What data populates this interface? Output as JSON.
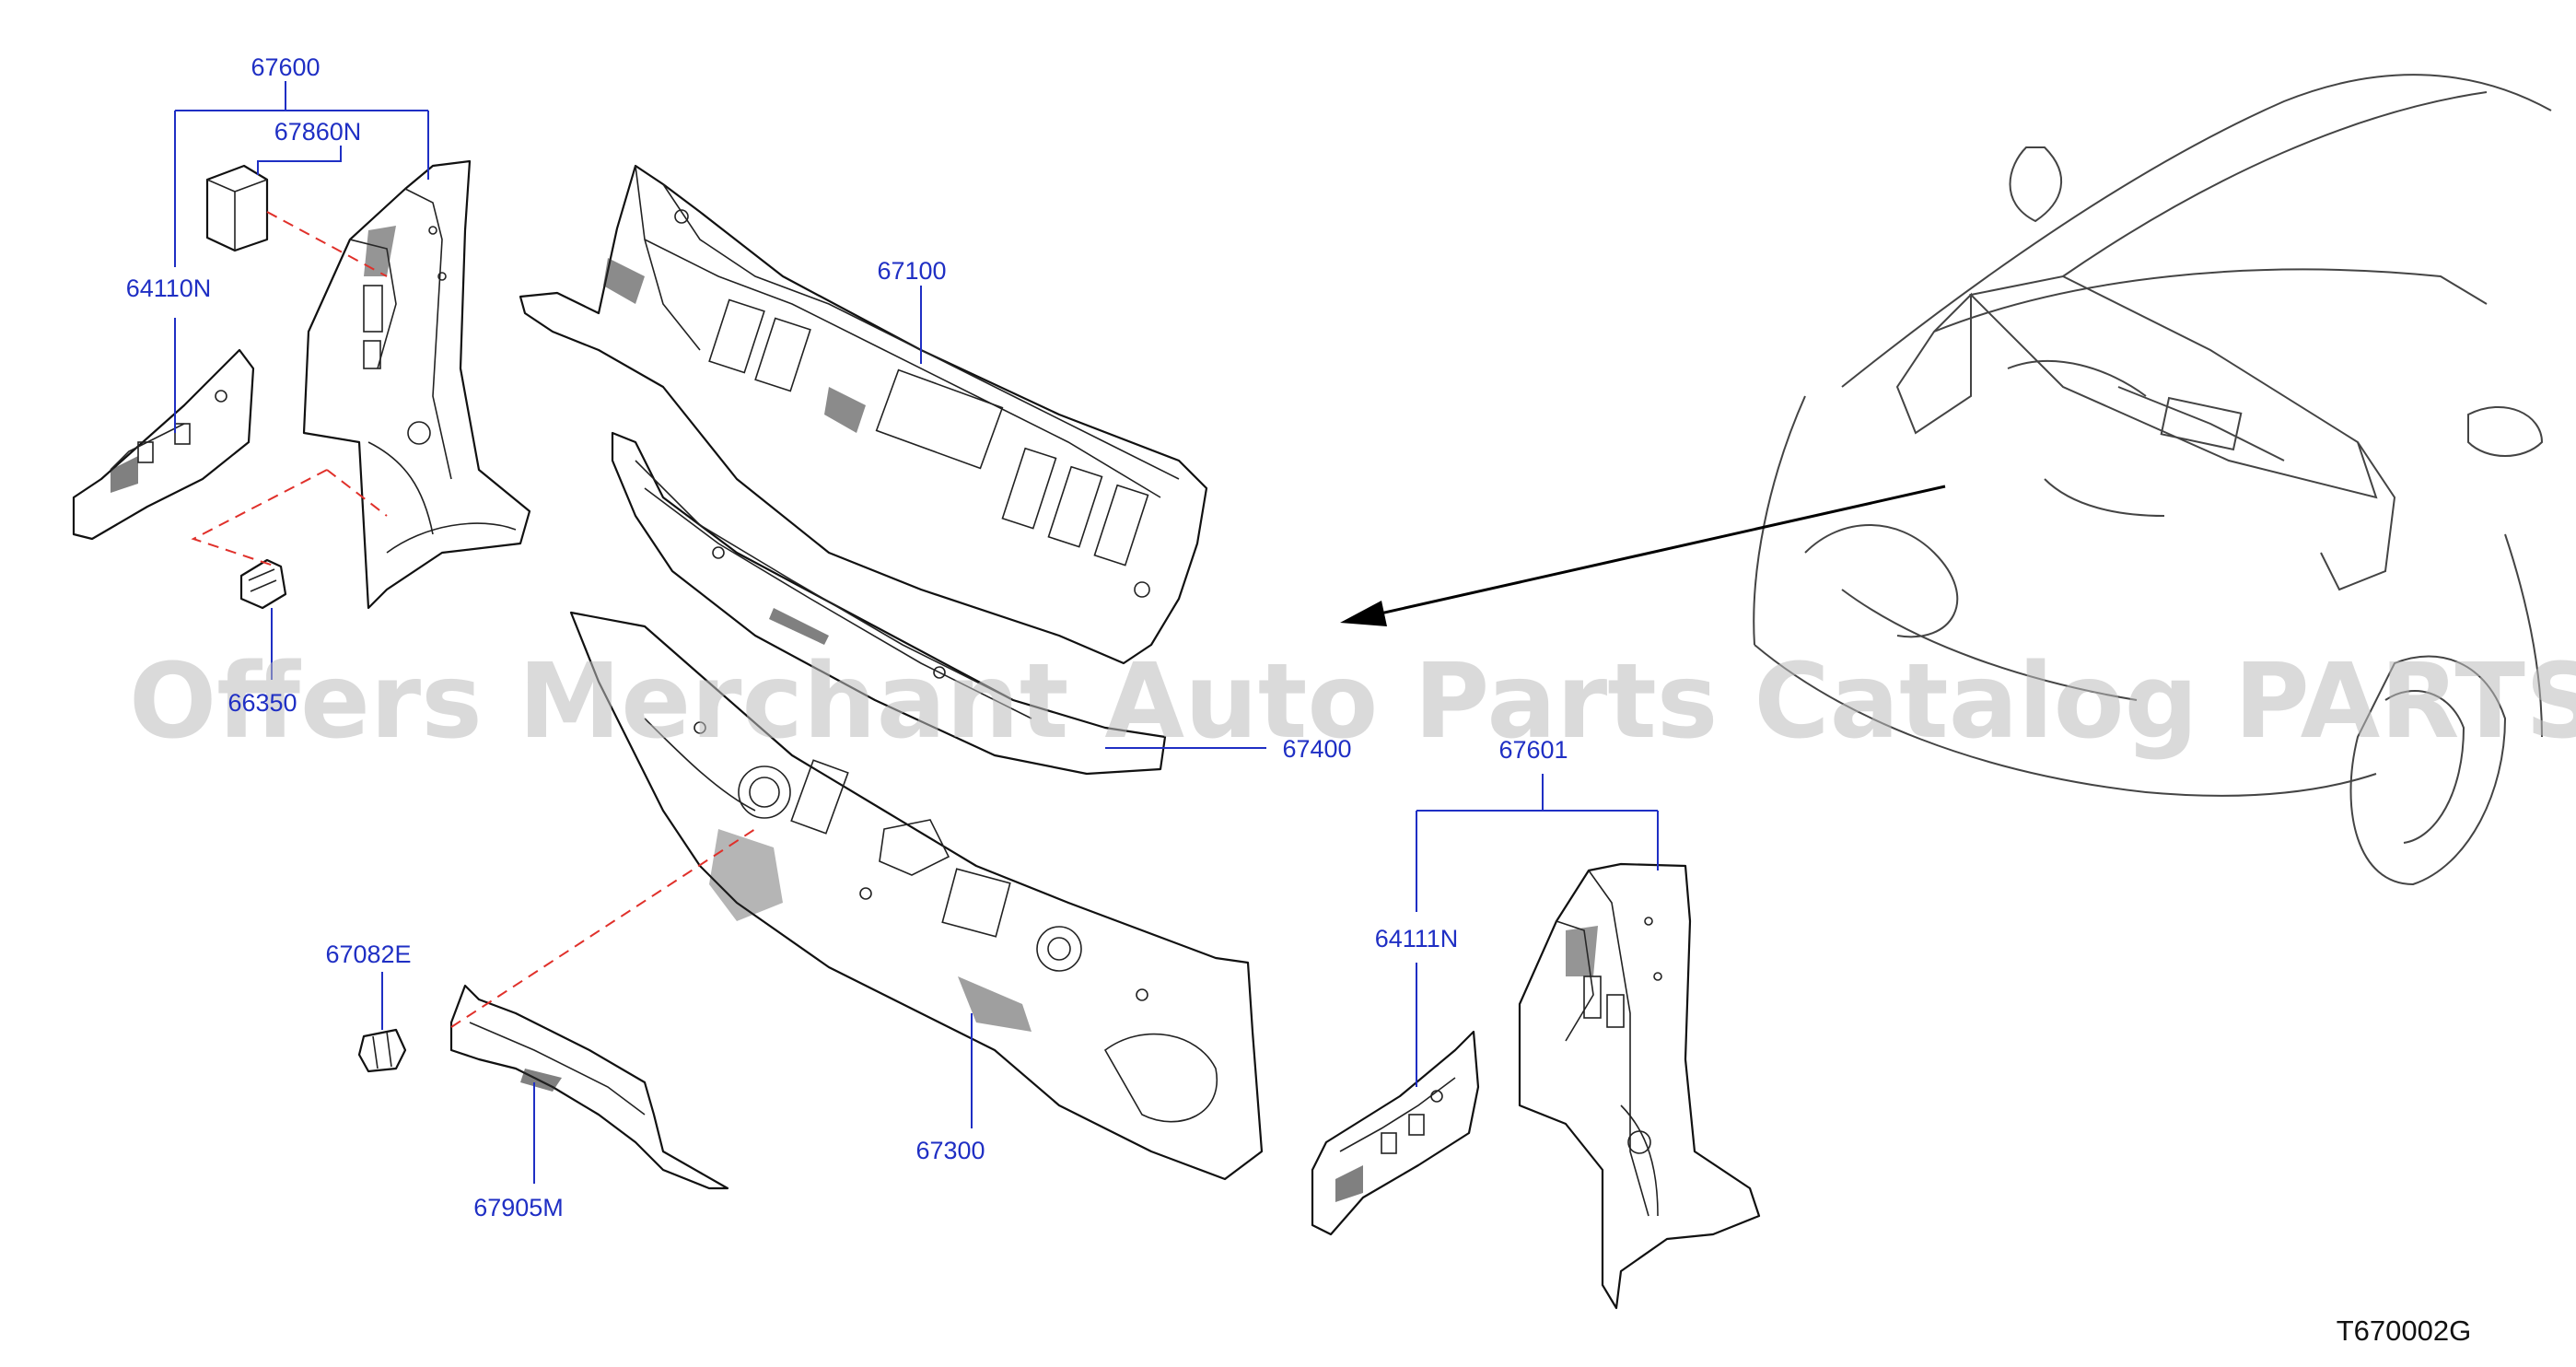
{
  "callouts": {
    "c67600": "67600",
    "c67860N": "67860N",
    "c64110N": "64110N",
    "c66350": "66350",
    "c67100": "67100",
    "c67400": "67400",
    "c67601": "67601",
    "c64111N": "64111N",
    "c67082E": "67082E",
    "c67300": "67300",
    "c67905M": "67905M"
  },
  "diagram_code": "T670002G",
  "watermark": "Offers Merchant Auto Parts Catalog PARTSTORE.SA",
  "colors": {
    "callout": "#1f2fc4",
    "dashed_guide": "#e0302a",
    "watermark": "#bdbdbd"
  }
}
